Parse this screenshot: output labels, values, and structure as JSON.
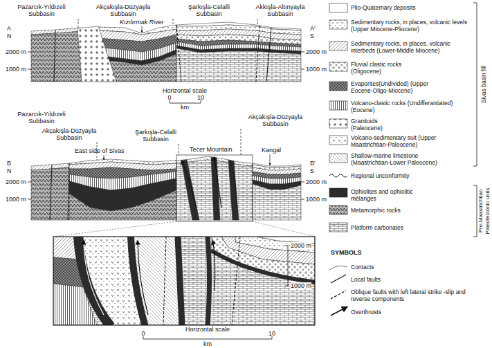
{
  "diagram": {
    "labels": [
      "Pazarcık-Yıldızeli Subbasin",
      "Akçakışla-Düzyayla Subbasin",
      "Kızılırmak River",
      "Şarkışla-Celalli Subbasin",
      "Akkışla-Altınyayla Subbasin",
      "A",
      "N",
      "2000 m",
      "1000 m",
      "A′",
      "S",
      "2000 m",
      "1000 m",
      "Horizontal scale",
      "0",
      "10",
      "km",
      "Pazarcık-Yıldızeli Subbasin",
      "Akçakışla-Düzyayla Subbasin",
      "East side of Sivas",
      "Şarkışla-Celalli Subbasin",
      "Tecer Mountain",
      "Akçakışla-Düzyayla Subbasin",
      "Kangal",
      "B",
      "N",
      "2000 m",
      "1000 m",
      "B′",
      "S",
      "2000 m",
      "1000 m",
      "2000 m",
      "1000 m",
      "Horizontal scale",
      "0",
      "10",
      "km",
      "Sivas basin fill",
      "Pre-Maastrichtian Paleotectonic units",
      "SYMBOLS"
    ],
    "legend": [
      {
        "text": "Plio-Quaternary deposits",
        "color": "#ffffff"
      },
      {
        "text": "Sedimentary rocks, in places, volcanic levels (Upper Miocene-Pliocene)"
      },
      {
        "text": "Sedimentary rocks, in places, volcanic interbeds (Lower-Middle Miocene)"
      },
      {
        "text": "Fluvial clastic rocks (Oligocene)"
      },
      {
        "text": "Evaporites(Undivided) (Upper Eocene-Oligo-Miocene)"
      },
      {
        "text": "Volcano-clastic rocks (Undifferantiated) (Eocene)"
      },
      {
        "text": "Granitoids (Paleocene)"
      },
      {
        "text": "Volcano-sedimentary suit (Upper Maastrichtian-Paleocene)"
      },
      {
        "text": "Shallow-marine limestone (Maastrichtian-Lower Paleocene)"
      },
      {
        "text": "Regional unconformity"
      },
      {
        "text": "Ophiolites and ophiolitic mélanges",
        "color": "#2b2b2b"
      },
      {
        "text": "Metamorphic rocks"
      },
      {
        "text": "Platform carbonates"
      },
      {
        "text": "Contacts"
      },
      {
        "text": "Local faults"
      },
      {
        "text": "Oblique faults with left lateral strike -slip and reverse components"
      },
      {
        "text": "Overthrusts"
      }
    ]
  }
}
